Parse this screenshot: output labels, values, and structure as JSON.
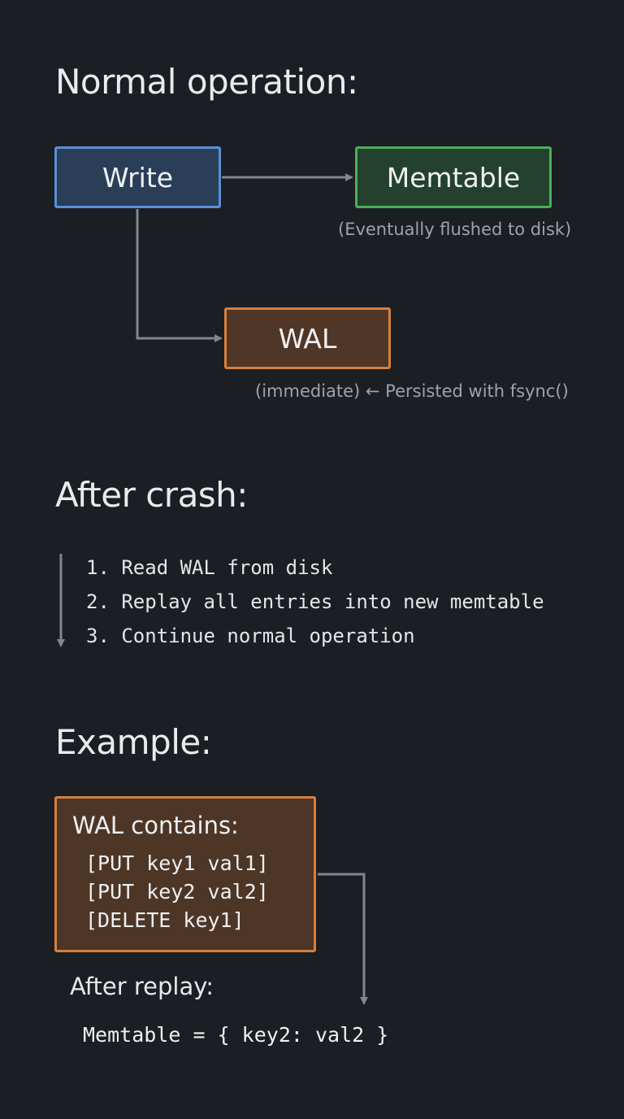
{
  "sections": {
    "normal_heading": "Normal operation:",
    "crash_heading": "After crash:",
    "example_heading": "Example:"
  },
  "flow": {
    "write_label": "Write",
    "memtable_label": "Memtable",
    "memtable_note": "(Eventually flushed to disk)",
    "wal_label": "WAL",
    "wal_note": "(immediate)  ← Persisted with fsync()"
  },
  "recovery_steps": [
    "1. Read WAL from disk",
    "2. Replay all entries into new memtable",
    "3. Continue normal operation"
  ],
  "example": {
    "wal_title": "WAL contains:",
    "wal_entries": [
      "[PUT key1 val1]",
      "[PUT key2 val2]",
      "[DELETE key1]"
    ],
    "after_replay_label": "After replay:",
    "memtable_result": "Memtable = { key2: val2 }"
  },
  "colors": {
    "background": "#1b1e23",
    "write_accent": "#5b8fd6",
    "memtable_accent": "#4cae58",
    "wal_accent": "#d57f3e",
    "arrow": "#7f8790"
  }
}
